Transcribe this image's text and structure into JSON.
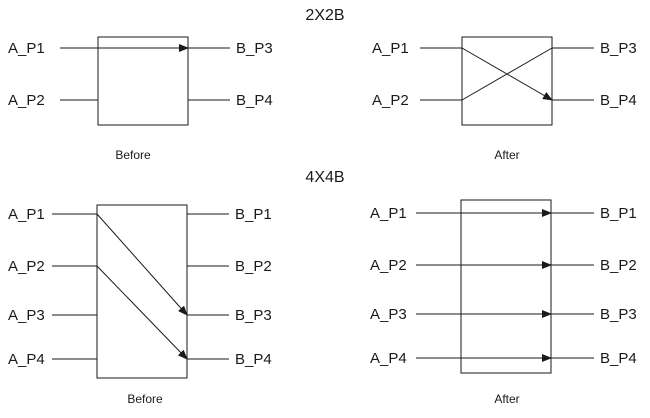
{
  "sections": [
    {
      "title": "2X2B",
      "before": {
        "caption": "Before",
        "inputs": [
          "A_P1",
          "A_P2"
        ],
        "outputs": [
          "B_P3",
          "B_P4"
        ]
      },
      "after": {
        "caption": "After",
        "inputs": [
          "A_P1",
          "A_P2"
        ],
        "outputs": [
          "B_P3",
          "B_P4"
        ]
      }
    },
    {
      "title": "4X4B",
      "before": {
        "caption": "Before",
        "inputs": [
          "A_P1",
          "A_P2",
          "A_P3",
          "A_P4"
        ],
        "outputs": [
          "B_P1",
          "B_P2",
          "B_P3",
          "B_P4"
        ]
      },
      "after": {
        "caption": "After",
        "inputs": [
          "A_P1",
          "A_P2",
          "A_P3",
          "A_P4"
        ],
        "outputs": [
          "B_P1",
          "B_P2",
          "B_P3",
          "B_P4"
        ]
      }
    }
  ],
  "colors": {
    "line": "#1a1a1a",
    "text": "#1a1a1a",
    "background": "#ffffff"
  }
}
